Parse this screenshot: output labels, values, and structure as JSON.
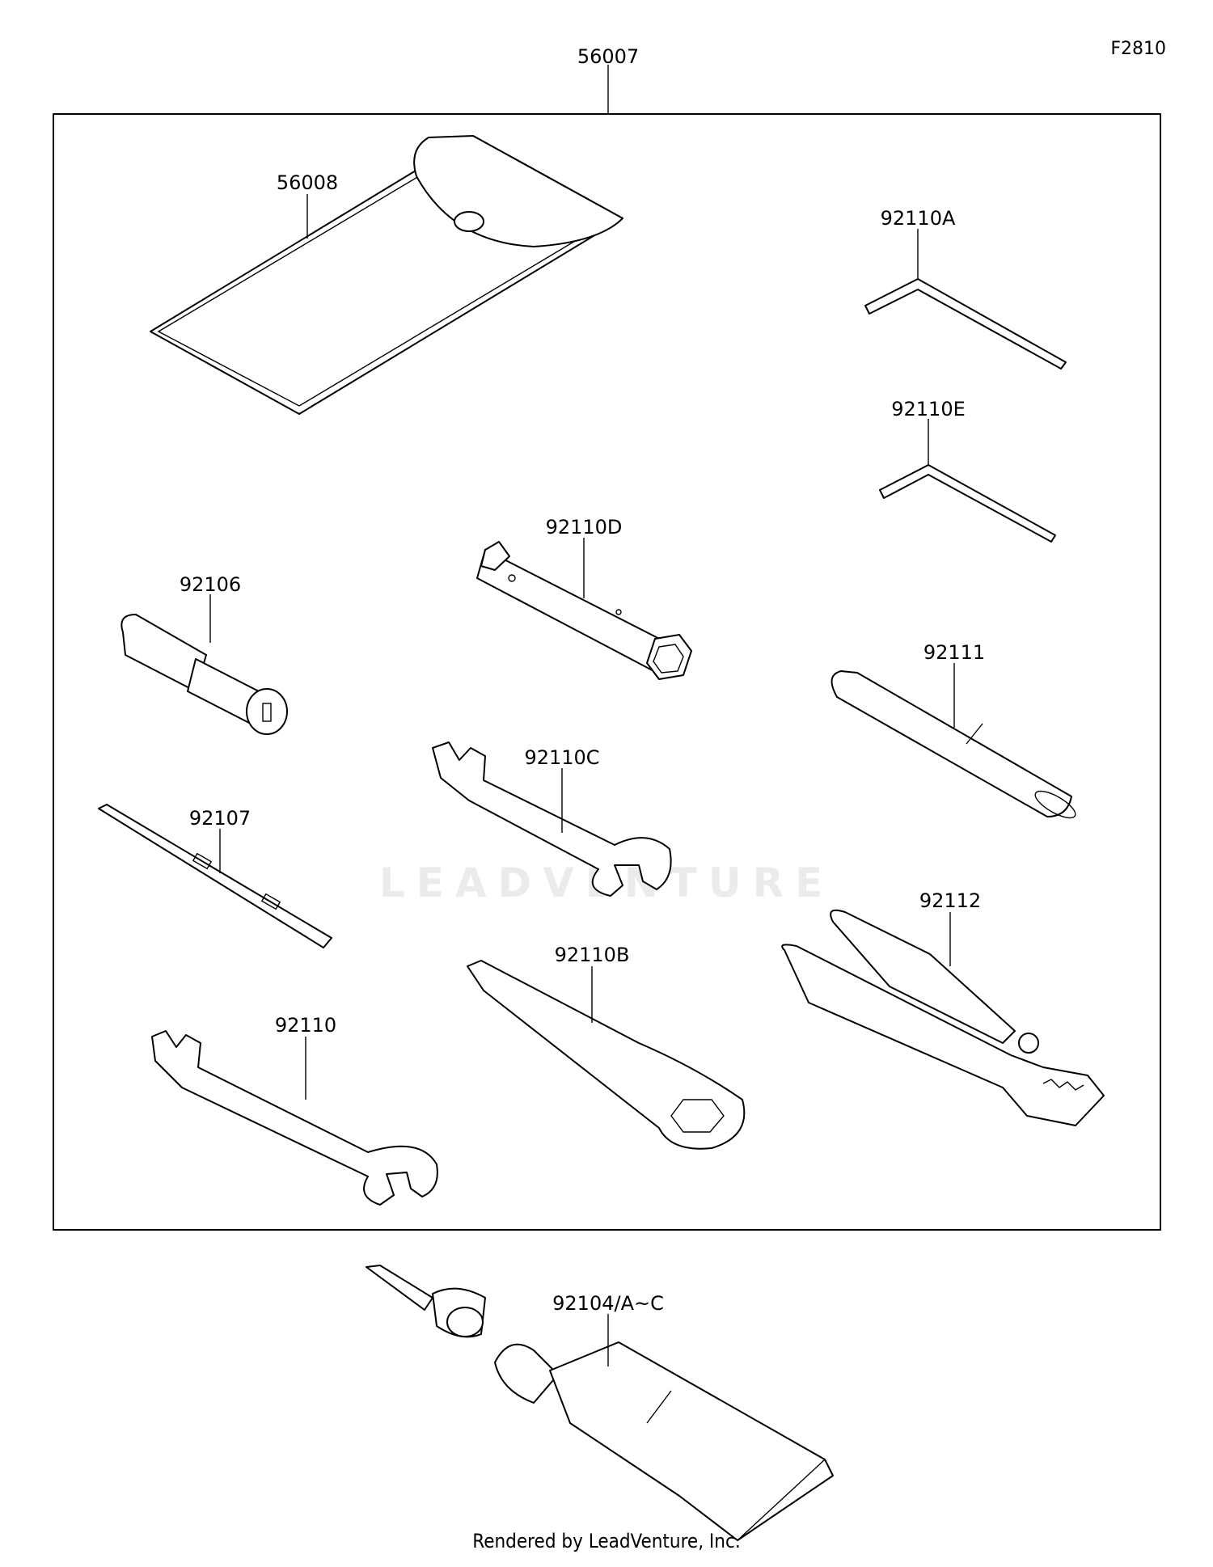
{
  "figure_code": "F2810",
  "footer": "Rendered by LeadVenture, Inc.",
  "watermark": "LEADVENTURE",
  "parts": {
    "kit": "56007",
    "pouch": "56008",
    "hex_key_a": "92110A",
    "hex_key_e": "92110E",
    "box_wrench": "92110D",
    "plug_tool": "92106",
    "rod": "92111",
    "wrench_c": "92110C",
    "screwdriver": "92107",
    "pliers": "92112",
    "ring_wrench": "92110B",
    "wrench": "92110",
    "grease_kit": "92104/A~C"
  }
}
